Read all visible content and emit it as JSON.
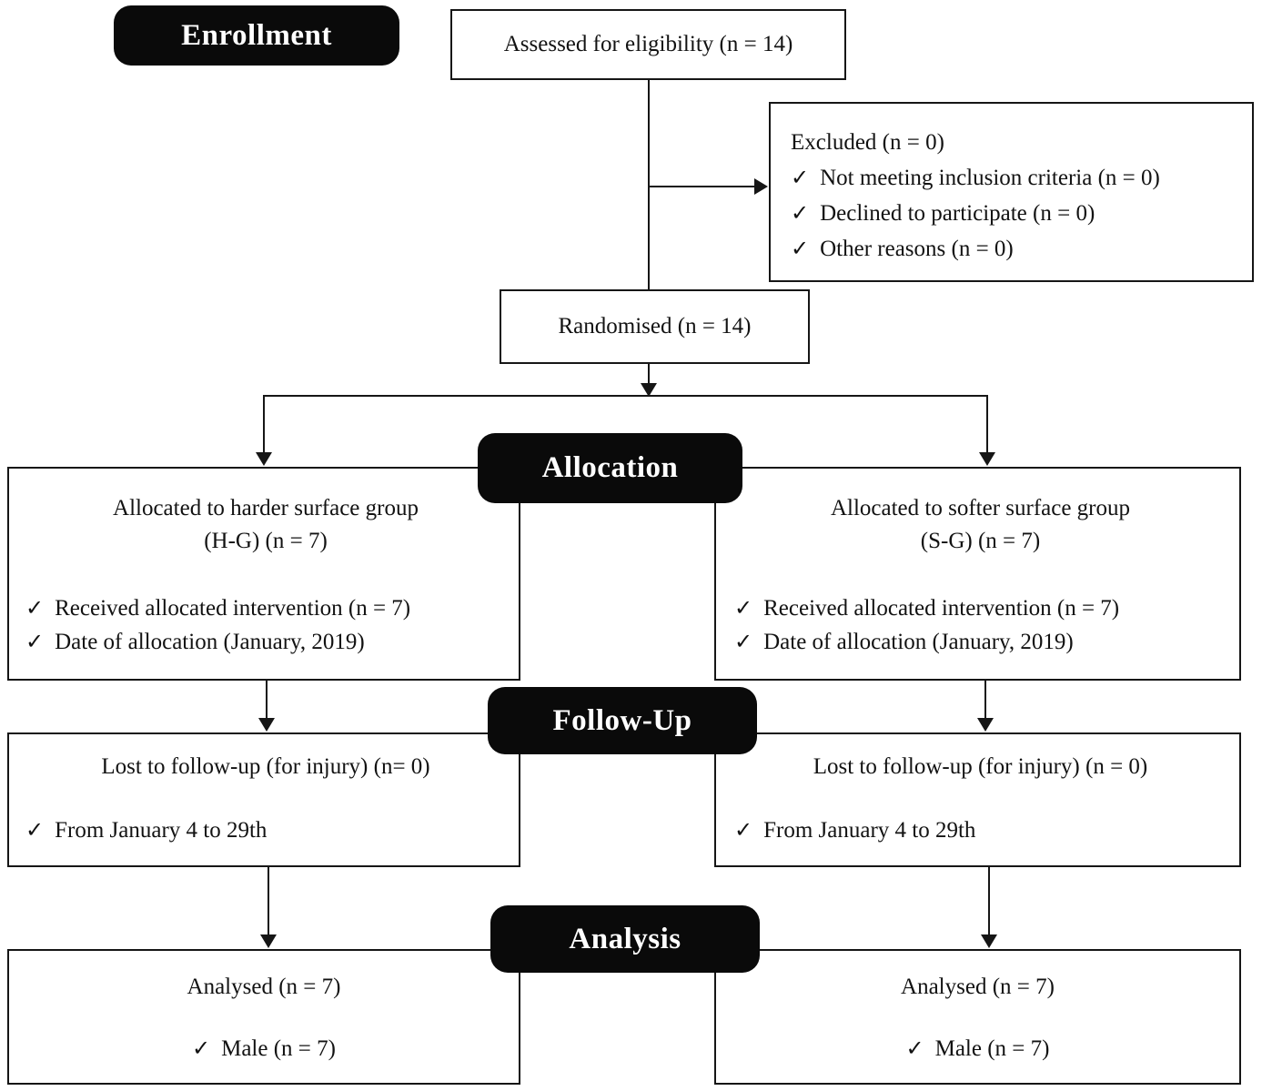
{
  "colors": {
    "label_background": "#0a0a0a",
    "label_text": "#ffffff",
    "box_border": "#161616",
    "body_text": "#121212",
    "page_background": "#ffffff"
  },
  "glyphs": {
    "checkmark": "✓"
  },
  "stages": {
    "enrollment": {
      "label": "Enrollment"
    },
    "allocation": {
      "label": "Allocation"
    },
    "follow_up": {
      "label": "Follow-Up"
    },
    "analysis": {
      "label": "Analysis"
    }
  },
  "boxes": {
    "assessed": {
      "title": "Assessed for eligibility (n = 14)"
    },
    "excluded": {
      "title": "Excluded (n = 0)",
      "items": [
        "Not meeting inclusion criteria (n = 0)",
        "Declined to participate (n = 0)",
        "Other reasons (n = 0)"
      ]
    },
    "randomised": {
      "title": "Randomised (n = 14)"
    },
    "allocation_left": {
      "title_line1": "Allocated to harder surface group",
      "title_line2": "(H-G) (n = 7)",
      "items": [
        "Received allocated intervention (n = 7)",
        "Date of allocation (January, 2019)"
      ]
    },
    "allocation_right": {
      "title_line1": "Allocated to softer surface group",
      "title_line2": "(S-G) (n = 7)",
      "items": [
        "Received allocated intervention (n = 7)",
        "Date of allocation (January, 2019)"
      ]
    },
    "followup_left": {
      "title": "Lost to follow-up (for injury) (n= 0)",
      "items": [
        "From January 4 to 29th"
      ]
    },
    "followup_right": {
      "title": "Lost to follow-up (for injury) (n = 0)",
      "items": [
        "From January 4 to 29th"
      ]
    },
    "analysis_left": {
      "title": "Analysed (n = 7)",
      "items": [
        "Male (n = 7)"
      ]
    },
    "analysis_right": {
      "title": "Analysed (n = 7)",
      "items": [
        "Male (n = 7)"
      ]
    }
  }
}
